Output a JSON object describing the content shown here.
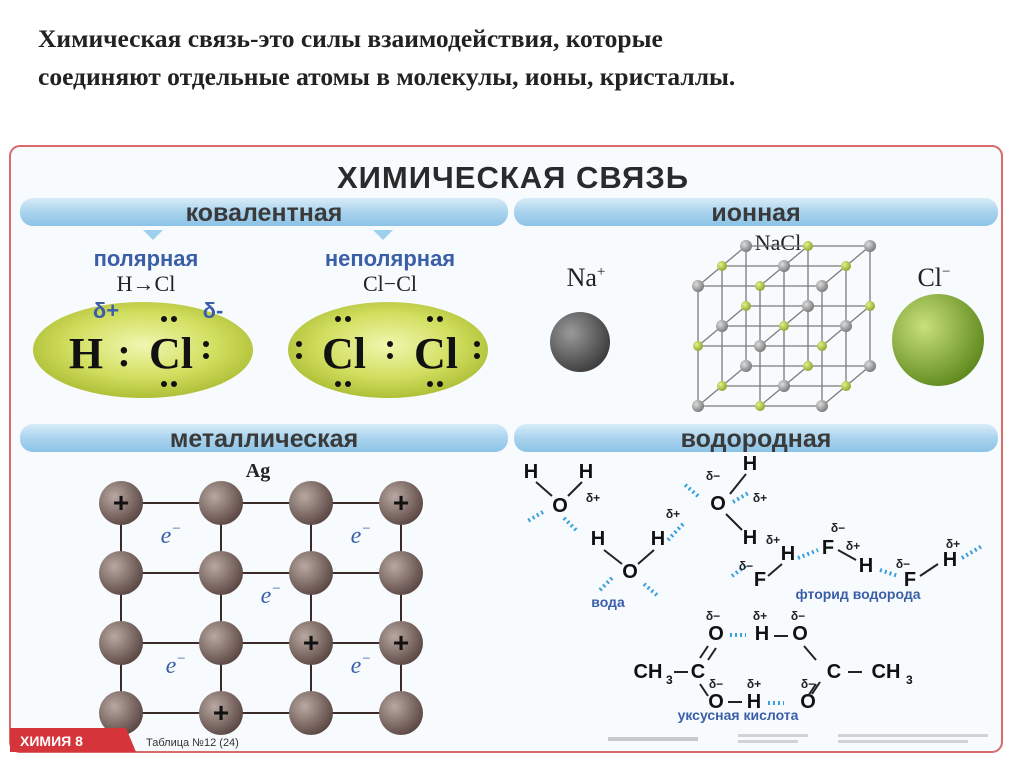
{
  "slide_title": {
    "line1": "Химическая связь-это силы взаимодействия, которые",
    "line2": "соединяют отдельные атомы в молекулы, ионы, кристаллы."
  },
  "poster": {
    "title": "ХИМИЧЕСКАЯ СВЯЗЬ",
    "covalent": {
      "header": "ковалентная",
      "polar": {
        "label": "полярная",
        "formula": "H→Cl",
        "delta_plus": "δ+",
        "delta_minus": "δ-",
        "atom1": "H",
        "sep": ":",
        "atom2": "Cl"
      },
      "nonpolar": {
        "label": "неполярная",
        "formula": "Cl−Cl",
        "atom1": "Cl",
        "atom2": "Cl"
      }
    },
    "ionic": {
      "header": "ионная",
      "crystal_label": "NaCl",
      "na_label": "Na",
      "na_charge": "+",
      "cl_label": "Cl",
      "cl_charge": "−"
    },
    "metallic": {
      "header": "металлическая",
      "element": "Ag",
      "electron": "e",
      "electron_charge": "−",
      "plus": "+"
    },
    "hydrogen": {
      "header": "водородная",
      "water_label": "вода",
      "hf_label": "фторид водорода",
      "acetic_label": "уксусная кислота",
      "H": "H",
      "O": "O",
      "F": "F",
      "C": "C",
      "CH3": "CH",
      "sub3": "3",
      "dplus": "δ+",
      "dminus": "δ−"
    },
    "footer": {
      "badge": "ХИМИЯ 8",
      "table": "Таблица №12 (24)"
    }
  },
  "colors": {
    "header_band": "#a9d3ee",
    "header_text": "#3a3a3a",
    "label_blue": "#3a5ea8",
    "dots_blue": "#3aa0dd",
    "cloud_green": "#c8d94a",
    "na_gray": "#555555",
    "cl_green": "#8bb032",
    "metal_ball": "#7a6660",
    "poster_border": "#d86a6a",
    "footer_red": "#d5343a"
  }
}
